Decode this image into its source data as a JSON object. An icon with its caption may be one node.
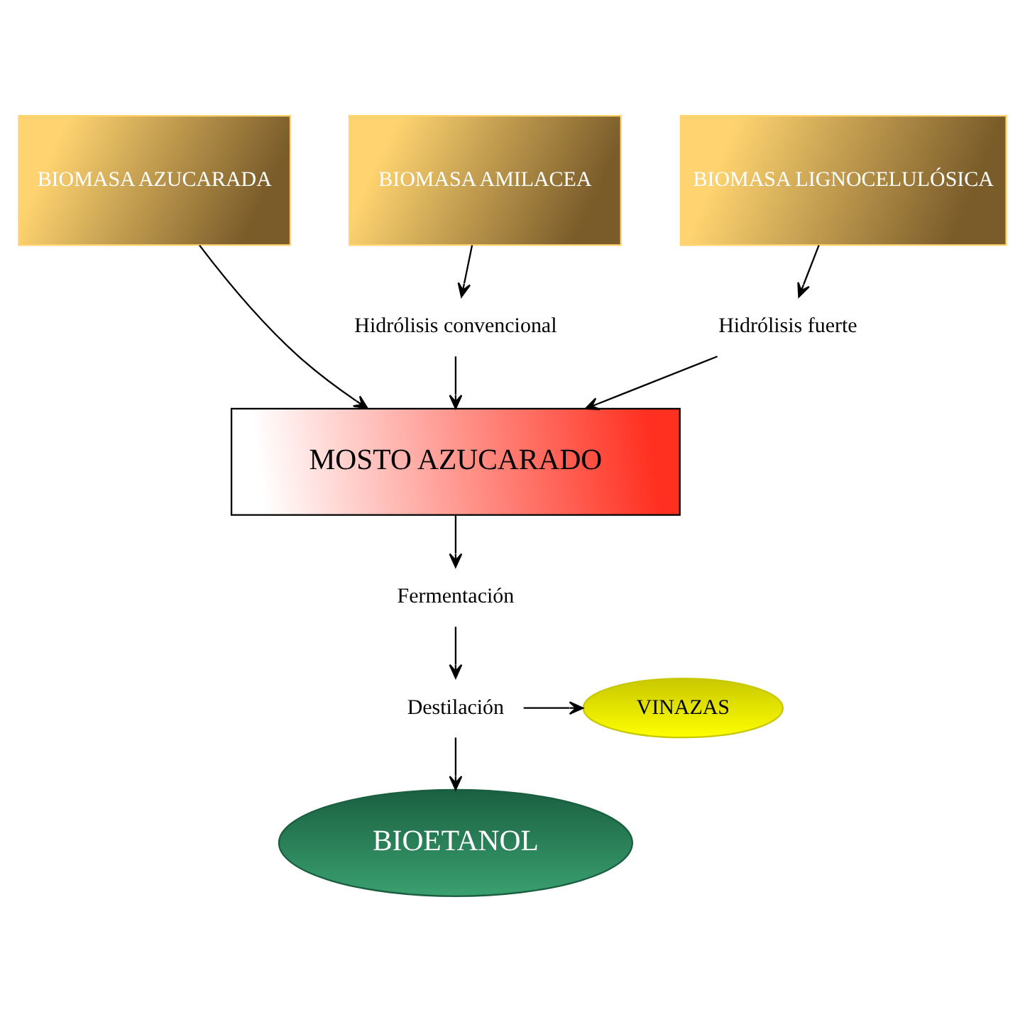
{
  "diagram": {
    "nodes": [
      {
        "text": [
          "BIOMASA AZUCARADA"
        ]
      },
      {
        "text": [
          "BIOMASA AMILACEA"
        ]
      },
      {
        "text": [
          "BIOMASA LIGNOCELULÓSICA"
        ]
      },
      {
        "text": [
          "Hidrólisis convencional"
        ]
      },
      {
        "text": [
          "Hidrólisis fuerte"
        ]
      },
      {
        "text": [
          "MOSTO AZUCARADO"
        ]
      },
      {
        "text": [
          "Fermentación"
        ]
      },
      {
        "text": [
          "Destilación"
        ]
      },
      {
        "text": [
          "VINAZAS"
        ]
      },
      {
        "text": [
          "BIOETANOL"
        ]
      }
    ],
    "edges": [
      {
        "from": 0,
        "to": 5,
        "arrow": "to"
      },
      {
        "from": 1,
        "to": 3,
        "arrow": "to"
      },
      {
        "from": 2,
        "to": 4,
        "arrow": "to"
      },
      {
        "from": 3,
        "to": 5,
        "arrow": "to"
      },
      {
        "from": 4,
        "to": 5,
        "arrow": "to"
      },
      {
        "from": 5,
        "to": 6,
        "arrow": "to"
      },
      {
        "from": 6,
        "to": 7,
        "arrow": "to"
      },
      {
        "from": 7,
        "to": 8,
        "arrow": "to"
      },
      {
        "from": 7,
        "to": 9,
        "arrow": "to"
      }
    ]
  }
}
